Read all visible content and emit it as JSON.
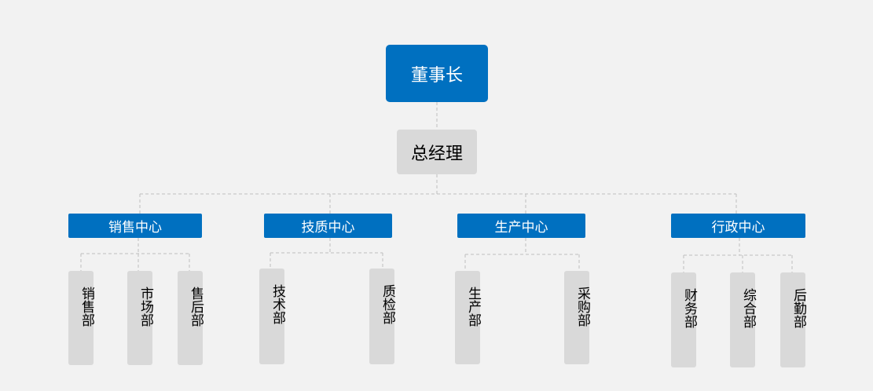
{
  "chairman": "董事长",
  "general_manager": "总经理",
  "centers": [
    {
      "label": "销售中心",
      "departments": [
        "销售部",
        "市场部",
        "售后部"
      ]
    },
    {
      "label": "技质中心",
      "departments": [
        "技术部",
        "质检部"
      ]
    },
    {
      "label": "生产中心",
      "departments": [
        "生产部",
        "采购部"
      ]
    },
    {
      "label": "行政中心",
      "departments": [
        "财务部",
        "综合部",
        "后勤部"
      ]
    }
  ],
  "colors": {
    "primary": "#0070c0",
    "box": "#d9d9d9",
    "background": "#f2f2f2",
    "connector": "#bfbfbf"
  }
}
